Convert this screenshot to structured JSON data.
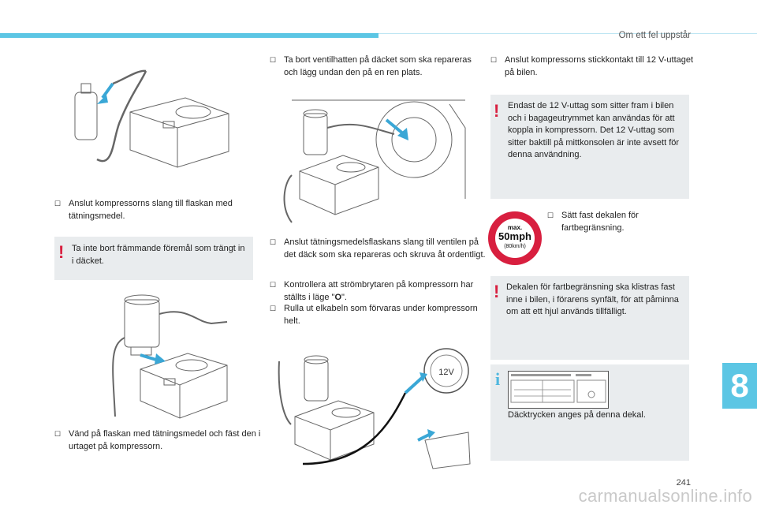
{
  "header": {
    "section_title": "Om ett fel uppstår"
  },
  "col1": {
    "step1": "Anslut kompressorns slang till flaskan med tätningsmedel.",
    "warning1": "Ta inte bort främmande föremål som trängt in i däcket.",
    "step2": "Vänd på flaskan med tätningsmedel och fäst den i urtaget på kompressorn."
  },
  "col2": {
    "step1": "Ta bort ventilhatten på däcket som ska repareras och lägg undan den på en ren plats.",
    "step2": "Anslut tätningsmedelsflaskans slang till ventilen på det däck som ska repareras och skruva åt ordentligt.",
    "step3_pre": "Kontrollera att strömbrytaren på kompressorn har ställts i läge \"",
    "step3_bold": "O",
    "step3_post": "\".",
    "step4": "Rulla ut elkabeln som förvaras under kompressorn helt.",
    "socket_label": "12V"
  },
  "col3": {
    "step1": "Anslut kompressorns stickkontakt till 12 V-uttaget på bilen.",
    "warning1": "Endast de 12 V-uttag som sitter fram i bilen och i bagageutrymmet kan användas för att koppla in kompressorn. Det 12 V-uttag som sitter baktill på mittkonsolen är inte avsett för denna användning.",
    "sign": {
      "top": "max.",
      "mid": "50mph",
      "bottom": "(80km/h)"
    },
    "step2": "Sätt fast dekalen för fartbegränsning.",
    "warning2": "Dekalen för fartbegränsning ska klistras fast inne i bilen, i förarens synfält, för att påminna om att ett hjul används tillfälligt.",
    "info1": "Däcktrycken anges på denna dekal."
  },
  "footer": {
    "chapter": "8",
    "page_number": "241",
    "watermark": "carmanualsonline.info"
  },
  "colors": {
    "accent": "#5cc6e4",
    "warning": "#d81f3f",
    "box": "#e9ecee"
  }
}
